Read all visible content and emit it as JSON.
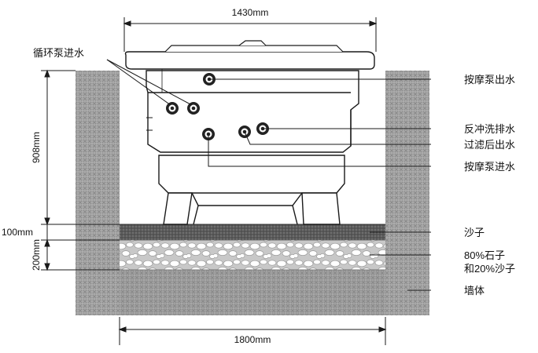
{
  "dimensions": {
    "top_width": "1430mm",
    "bottom_width": "1800mm",
    "height_unit": "908mm",
    "sand_layer": "100mm",
    "gravel_layer": "200mm"
  },
  "labels": {
    "circulation_pump_inlet": "循环泵进水",
    "massage_pump_outlet": "按摩泵出水",
    "backwash_drain": "反冲洗排水",
    "filtered_outlet": "过滤后出水",
    "massage_pump_inlet": "按摩泵进水",
    "sand": "沙子",
    "gravel_mix_line1": "80%石子",
    "gravel_mix_line2": "和20%沙子",
    "wall": "墙体"
  },
  "colors": {
    "line": "#1a1a1a",
    "wall_fill": "#a9a9a9",
    "sand_fill": "#555555",
    "gravel_fill": "#cfcfcf",
    "port_outer": "#222222"
  }
}
